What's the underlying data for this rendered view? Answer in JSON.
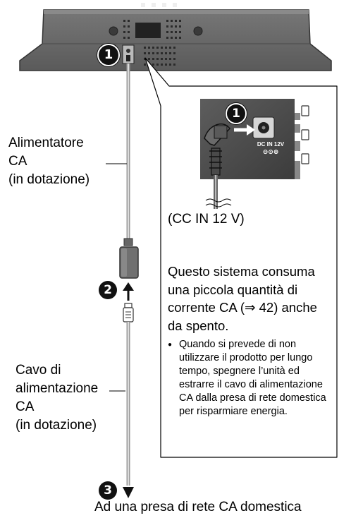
{
  "labels": {
    "adapter": [
      "Alimentatore",
      "CA",
      "(in dotazione)"
    ],
    "cable": [
      "Cavo di",
      "alimentazione",
      "CA",
      "(in dotazione)"
    ],
    "socket_caption": "(CC IN 12 V)",
    "destination": "Ad una presa di rete CA domestica",
    "jack_marking": [
      "DC IN 12V",
      "⊖⊙⊕"
    ]
  },
  "steps": {
    "one": "1",
    "two": "2",
    "three": "3"
  },
  "callout": {
    "main": "Questo sistema consuma una piccola quantità di corrente CA (⇒ 42) anche da spento.",
    "bullet_symbol": "●",
    "bullet": "Quando si prevede di non utilizzare il prodotto per lungo tempo, spegnere l’unità ed estrarre il cavo di alimentazione CA dalla presa di rete domestica per risparmiare energia."
  }
}
